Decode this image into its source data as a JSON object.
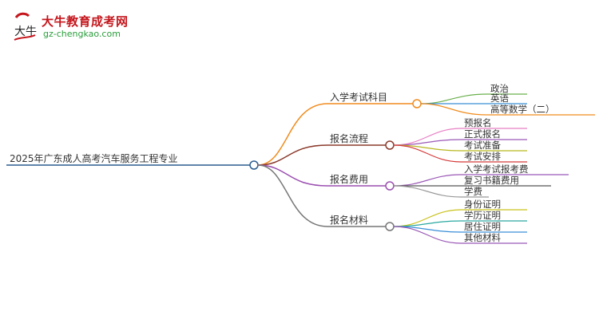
{
  "header": {
    "site_name": "大牛教育成考网",
    "site_url": "gz-chengkao.com",
    "logo_text": "大牛"
  },
  "colors": {
    "root_line": "#2c5d8f",
    "b1": "#f08c1e",
    "b2": "#8b3a2b",
    "b3": "#9b4fb0",
    "b4": "#777777",
    "leaf_green": "#6ab04c",
    "leaf_blue": "#3a8fd8",
    "leaf_orange": "#f08c1e",
    "leaf_pink": "#e87fc4",
    "leaf_purple": "#9b59b6",
    "leaf_olive": "#b8b820",
    "leaf_red": "#d63a3a",
    "leaf_gray": "#999999",
    "leaf_yellow": "#c9c21a",
    "leaf_teal": "#2aa8a0"
  },
  "mindmap": {
    "root": "2025年广东成人高考汽车服务工程专业",
    "branches": [
      {
        "label": "入学考试科目",
        "children": [
          "政治",
          "英语",
          "高等数学（二）"
        ]
      },
      {
        "label": "报名流程",
        "children": [
          "预报名",
          "正式报名",
          "考试准备",
          "考试安排"
        ]
      },
      {
        "label": "报名费用",
        "children": [
          "入学考试报考费",
          "复习书籍费用",
          "学费"
        ]
      },
      {
        "label": "报名材料",
        "children": [
          "身份证明",
          "学历证明",
          "居住证明",
          "其他材料"
        ]
      }
    ]
  }
}
